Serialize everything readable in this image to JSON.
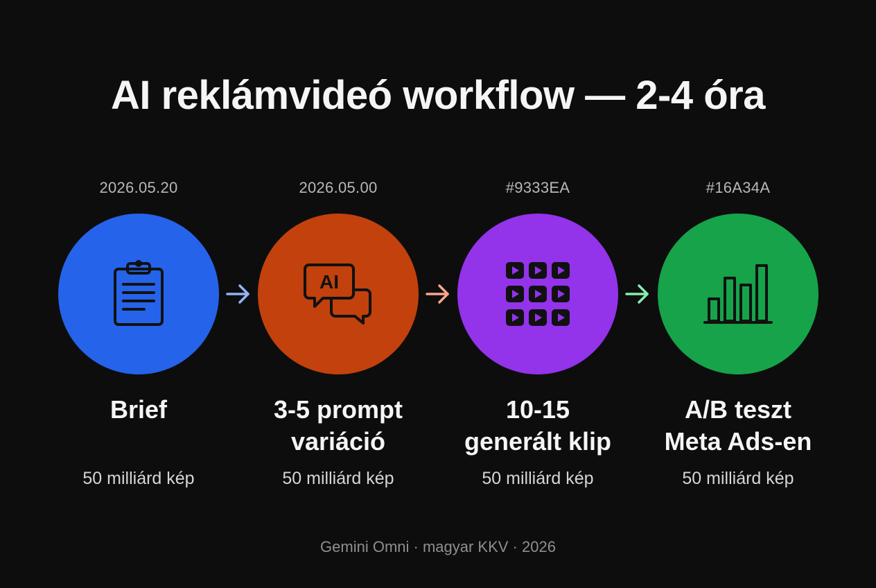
{
  "title": "AI reklámvideó workflow — 2-4 óra",
  "steps": [
    {
      "tag": "2026.05.20",
      "label_line1": "Brief",
      "label_line2": "",
      "sub": "50 milliárd kép",
      "color": "#2563EB",
      "icon": "clipboard-icon"
    },
    {
      "tag": "2026.05.00",
      "label_line1": "3-5 prompt",
      "label_line2": "variáció",
      "sub": "50 milliárd kép",
      "color": "#C2410C",
      "icon": "ai-chat-bubbles-icon"
    },
    {
      "tag": "#9333EA",
      "label_line1": "10-15",
      "label_line2": "generált klip",
      "sub": "50 milliárd kép",
      "color": "#9333EA",
      "icon": "video-clip-grid-icon"
    },
    {
      "tag": "#16A34A",
      "label_line1": "A/B teszt",
      "label_line2": "Meta Ads-en",
      "sub": "50 milliárd kép",
      "color": "#16A34A",
      "icon": "bar-chart-icon"
    }
  ],
  "arrows": [
    {
      "color": "#93B4F8",
      "icon": "arrow-right-icon"
    },
    {
      "color": "#F8A68C",
      "icon": "arrow-right-icon"
    },
    {
      "color": "#86EFAC",
      "icon": "arrow-right-icon"
    }
  ],
  "icon_stroke_color": "#111111",
  "footer": "Gemini Omni · magyar KKV · 2026"
}
